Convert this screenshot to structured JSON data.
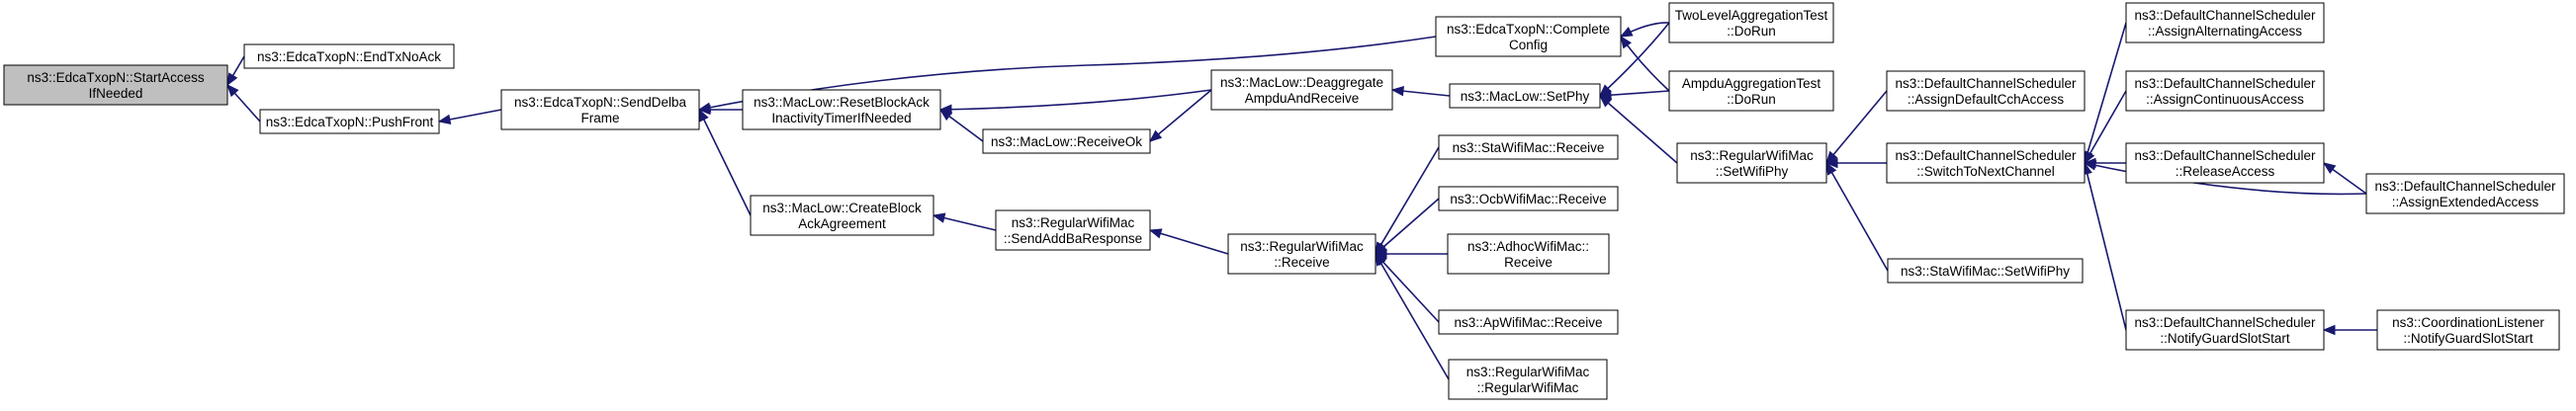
{
  "nodes": {
    "start_access": {
      "lines": [
        "ns3::EdcaTxopN::StartAccess",
        "IfNeeded"
      ],
      "root": true
    },
    "end_tx_no_ack": {
      "lines": [
        "ns3::EdcaTxopN::EndTxNoAck"
      ]
    },
    "push_front": {
      "lines": [
        "ns3::EdcaTxopN::PushFront"
      ]
    },
    "send_delba": {
      "lines": [
        "ns3::EdcaTxopN::SendDelba",
        "Frame"
      ]
    },
    "complete_config": {
      "lines": [
        "ns3::EdcaTxopN::Complete",
        "Config"
      ]
    },
    "reset_block_ack": {
      "lines": [
        "ns3::MacLow::ResetBlockAck",
        "InactivityTimerIfNeeded"
      ]
    },
    "deaggregate": {
      "lines": [
        "ns3::MacLow::Deaggregate",
        "AmpduAndReceive"
      ]
    },
    "receive_ok": {
      "lines": [
        "ns3::MacLow::ReceiveOk"
      ]
    },
    "create_block_ack": {
      "lines": [
        "ns3::MacLow::CreateBlock",
        "AckAgreement"
      ]
    },
    "send_addba_resp": {
      "lines": [
        "ns3::RegularWifiMac",
        "::SendAddBaResponse"
      ]
    },
    "regular_receive": {
      "lines": [
        "ns3::RegularWifiMac",
        "::Receive"
      ]
    },
    "sta_receive": {
      "lines": [
        "ns3::StaWifiMac::Receive"
      ]
    },
    "ocb_receive": {
      "lines": [
        "ns3::OcbWifiMac::Receive"
      ]
    },
    "adhoc_receive": {
      "lines": [
        "ns3::AdhocWifiMac::",
        "Receive"
      ]
    },
    "ap_receive": {
      "lines": [
        "ns3::ApWifiMac::Receive"
      ]
    },
    "regular_ctor": {
      "lines": [
        "ns3::RegularWifiMac",
        "::RegularWifiMac"
      ]
    },
    "set_phy": {
      "lines": [
        "ns3::MacLow::SetPhy"
      ]
    },
    "two_level_test": {
      "lines": [
        "TwoLevelAggregationTest",
        "::DoRun"
      ]
    },
    "ampdu_test": {
      "lines": [
        "AmpduAggregationTest",
        "::DoRun"
      ]
    },
    "regular_set_wifi_phy": {
      "lines": [
        "ns3::RegularWifiMac",
        "::SetWifiPhy"
      ]
    },
    "sta_set_wifi_phy": {
      "lines": [
        "ns3::StaWifiMac::SetWifiPhy"
      ]
    },
    "assign_default_cch": {
      "lines": [
        "ns3::DefaultChannelScheduler",
        "::AssignDefaultCchAccess"
      ]
    },
    "switch_to_next": {
      "lines": [
        "ns3::DefaultChannelScheduler",
        "::SwitchToNextChannel"
      ]
    },
    "notify_guard": {
      "lines": [
        "ns3::DefaultChannelScheduler",
        "::NotifyGuardSlotStart"
      ]
    },
    "assign_alternating": {
      "lines": [
        "ns3::DefaultChannelScheduler",
        "::AssignAlternatingAccess"
      ]
    },
    "assign_continuous": {
      "lines": [
        "ns3::DefaultChannelScheduler",
        "::AssignContinuousAccess"
      ]
    },
    "release_access": {
      "lines": [
        "ns3::DefaultChannelScheduler",
        "::ReleaseAccess"
      ]
    },
    "assign_extended": {
      "lines": [
        "ns3::DefaultChannelScheduler",
        "::AssignExtendedAccess"
      ]
    },
    "coord_listener": {
      "lines": [
        "ns3::CoordinationListener",
        "::NotifyGuardSlotStart"
      ]
    }
  },
  "edges": [
    {
      "from": "end_tx_no_ack",
      "to": "start_access"
    },
    {
      "from": "push_front",
      "to": "start_access"
    },
    {
      "from": "send_delba",
      "to": "push_front"
    },
    {
      "from": "complete_config",
      "to": "send_delba"
    },
    {
      "from": "reset_block_ack",
      "to": "send_delba"
    },
    {
      "from": "create_block_ack",
      "to": "send_delba"
    },
    {
      "from": "deaggregate",
      "to": "reset_block_ack"
    },
    {
      "from": "receive_ok",
      "to": "reset_block_ack"
    },
    {
      "from": "deaggregate",
      "to": "receive_ok"
    },
    {
      "from": "set_phy",
      "to": "deaggregate"
    },
    {
      "from": "send_addba_resp",
      "to": "create_block_ack"
    },
    {
      "from": "regular_receive",
      "to": "send_addba_resp"
    },
    {
      "from": "sta_receive",
      "to": "regular_receive"
    },
    {
      "from": "ocb_receive",
      "to": "regular_receive"
    },
    {
      "from": "adhoc_receive",
      "to": "regular_receive"
    },
    {
      "from": "ap_receive",
      "to": "regular_receive"
    },
    {
      "from": "regular_ctor",
      "to": "regular_receive"
    },
    {
      "from": "two_level_test",
      "to": "complete_config"
    },
    {
      "from": "ampdu_test",
      "to": "complete_config"
    },
    {
      "from": "two_level_test",
      "to": "set_phy"
    },
    {
      "from": "ampdu_test",
      "to": "set_phy"
    },
    {
      "from": "regular_set_wifi_phy",
      "to": "set_phy"
    },
    {
      "from": "assign_default_cch",
      "to": "regular_set_wifi_phy"
    },
    {
      "from": "switch_to_next",
      "to": "regular_set_wifi_phy"
    },
    {
      "from": "sta_set_wifi_phy",
      "to": "regular_set_wifi_phy"
    },
    {
      "from": "assign_alternating",
      "to": "switch_to_next"
    },
    {
      "from": "assign_continuous",
      "to": "switch_to_next"
    },
    {
      "from": "release_access",
      "to": "switch_to_next"
    },
    {
      "from": "assign_extended",
      "to": "switch_to_next"
    },
    {
      "from": "notify_guard",
      "to": "switch_to_next"
    },
    {
      "from": "assign_extended",
      "to": "release_access"
    },
    {
      "from": "coord_listener",
      "to": "notify_guard"
    }
  ]
}
